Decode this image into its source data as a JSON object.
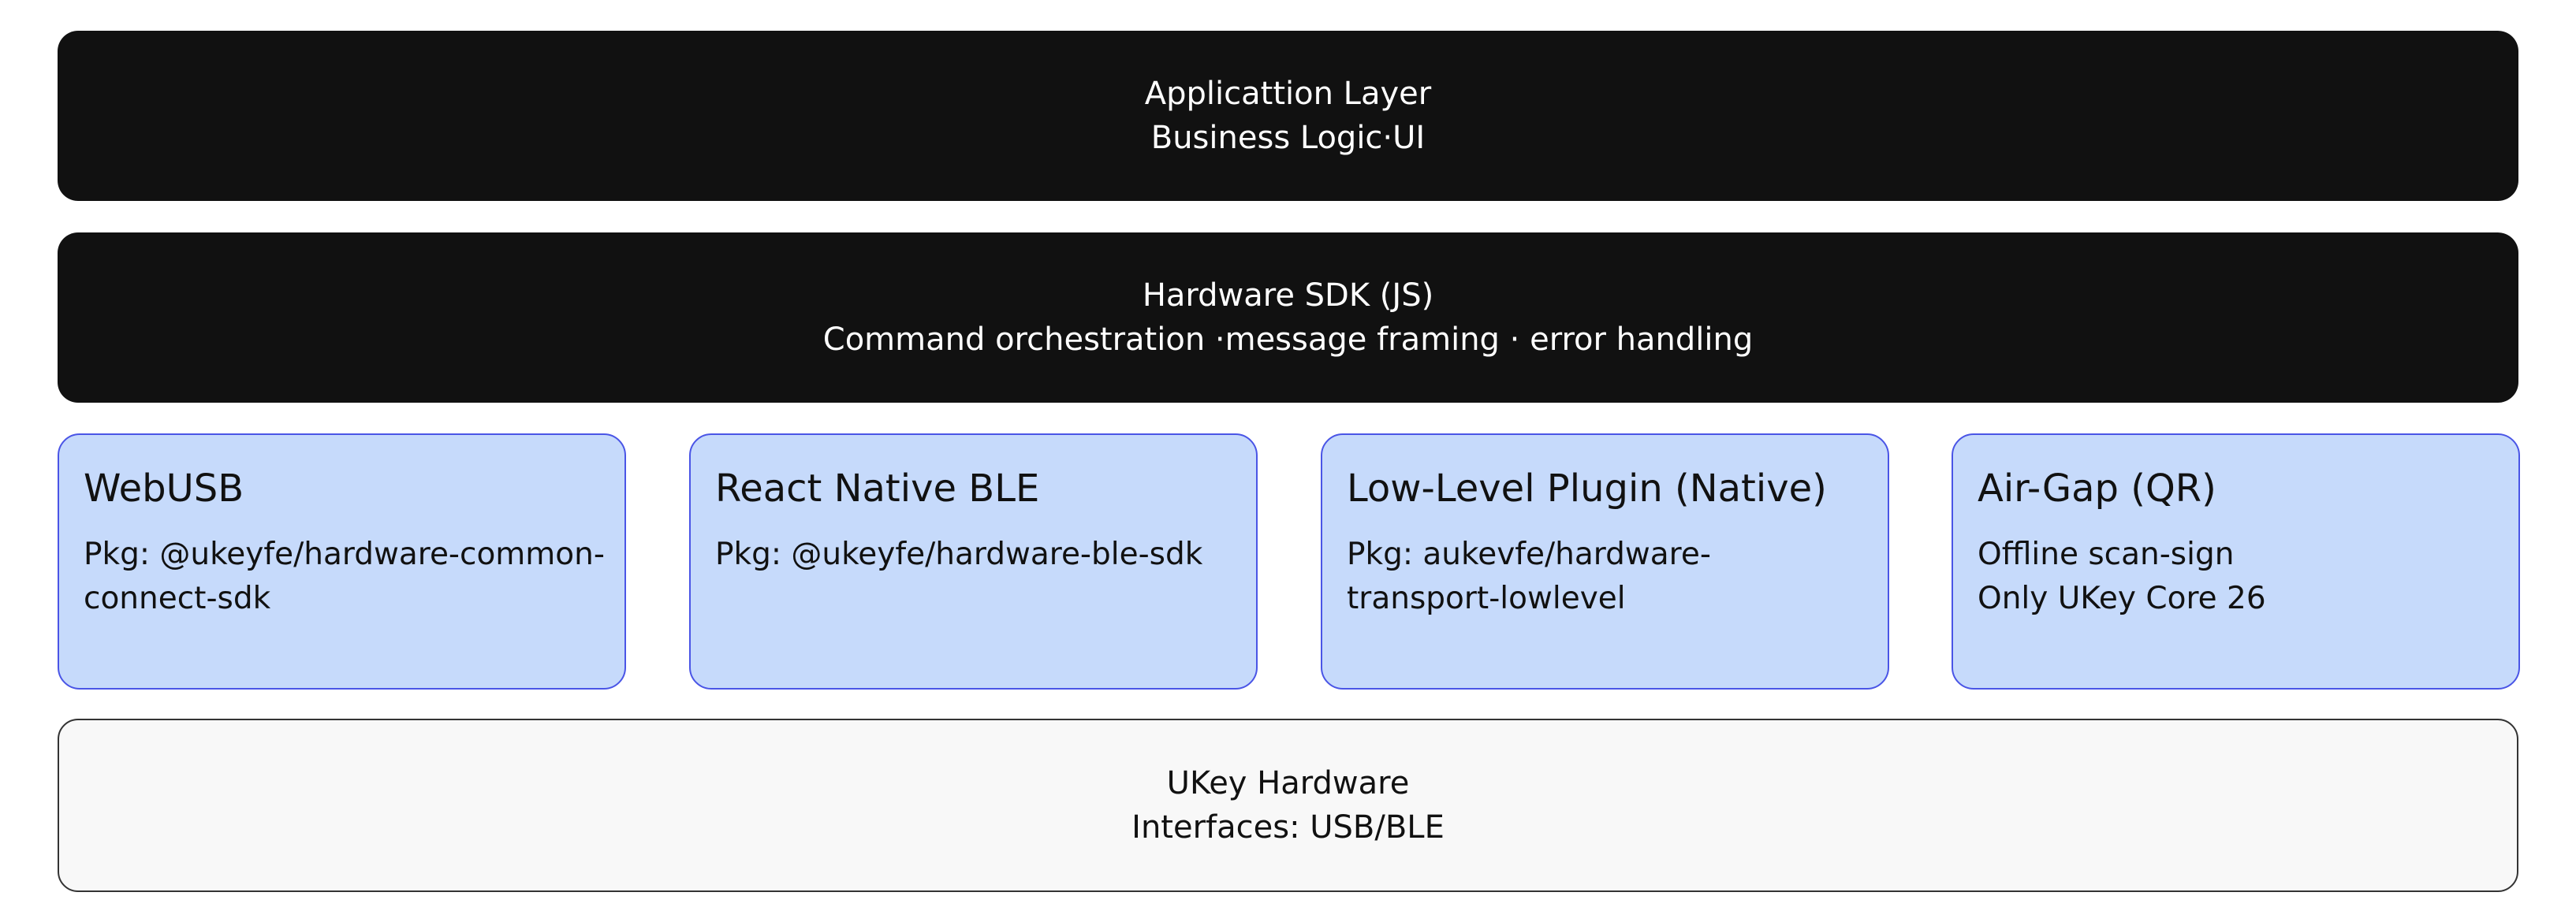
{
  "application_layer": {
    "title": "Applicattion Layer",
    "subtitle": "Business Logic·UI"
  },
  "sdk_layer": {
    "title": "Hardware SDK (JS)",
    "subtitle": "Command orchestration ·message framing · error handling"
  },
  "transports": [
    {
      "title": "WebUSB",
      "lines": [
        "Pkg: @ukeyfe/hardware-common-",
        "connect-sdk"
      ]
    },
    {
      "title": "React Native BLE",
      "lines": [
        "Pkg: @ukeyfe/hardware-ble-sdk"
      ]
    },
    {
      "title": "Low-Level Plugin (Native)",
      "lines": [
        "Pkg: aukevfe/hardware-",
        "transport-lowlevel"
      ]
    },
    {
      "title": "Air-Gap (QR)",
      "lines": [
        "Offline scan-sign",
        "Only UKey Core 26"
      ]
    }
  ],
  "hardware": {
    "title": "UKey Hardware",
    "subtitle": "Interfaces: USB/BLE"
  },
  "colors": {
    "dark_layer": "#111111",
    "transport_fill": "#c6dafb",
    "transport_border": "#4a55e6",
    "hardware_fill": "#f8f8f8"
  }
}
